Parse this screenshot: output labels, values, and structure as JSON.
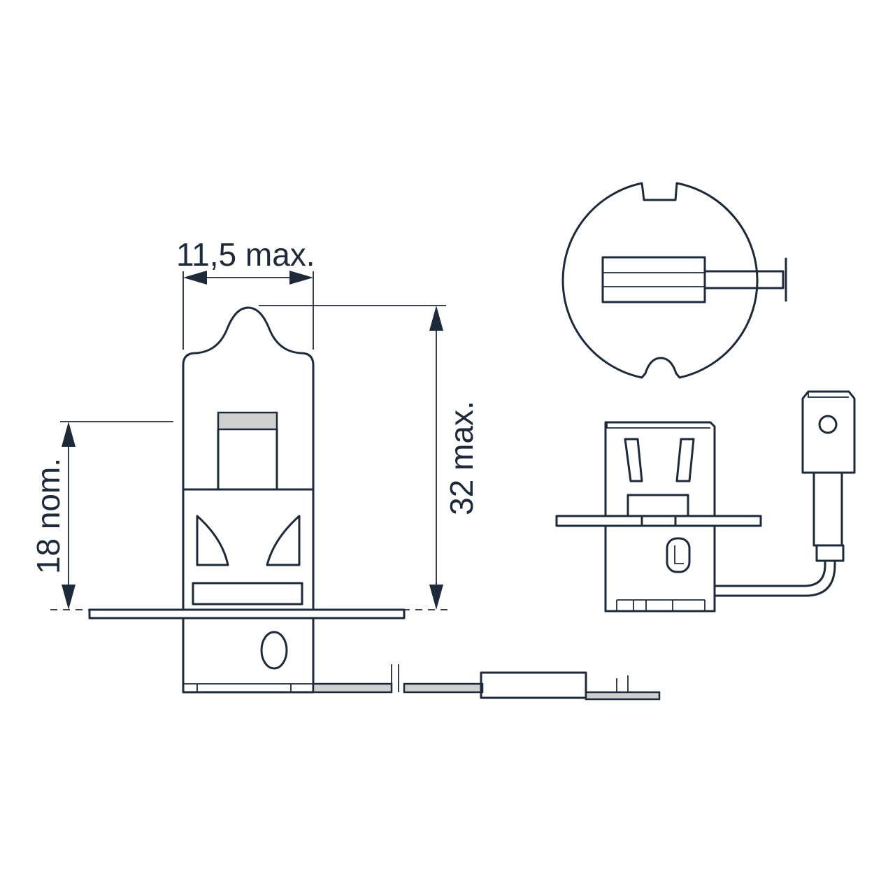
{
  "dimensions": {
    "width_label": "11,5 max.",
    "height_label": "32 max.",
    "nominal_label": "18 nom."
  }
}
